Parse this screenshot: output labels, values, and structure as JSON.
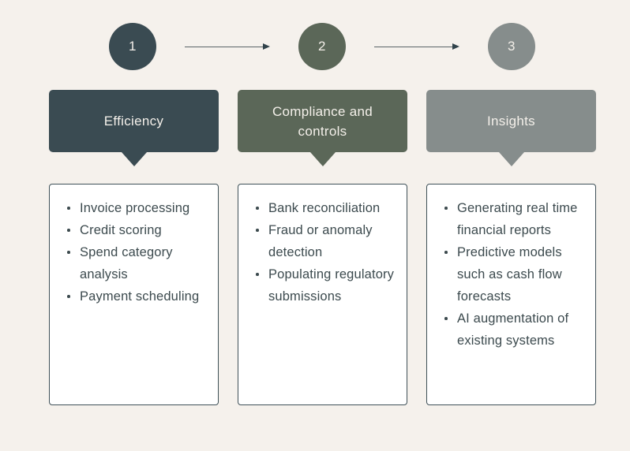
{
  "background_color": "#f5f1ec",
  "steps": [
    {
      "number": "1",
      "color": "#3a4b52"
    },
    {
      "number": "2",
      "color": "#5b6758"
    },
    {
      "number": "3",
      "color": "#868d8c"
    }
  ],
  "arrows": [
    {
      "name": "arrow-step1-to-step2"
    },
    {
      "name": "arrow-step2-to-step3"
    }
  ],
  "columns": [
    {
      "header": "Efficiency",
      "header_color": "#3a4b52",
      "items": [
        "Invoice processing",
        "Credit scoring",
        "Spend category analysis",
        "Payment scheduling"
      ]
    },
    {
      "header": "Compliance and controls",
      "header_color": "#5b6758",
      "items": [
        "Bank reconciliation",
        "Fraud or anomaly detection",
        "Populating regulatory submissions"
      ]
    },
    {
      "header": "Insights",
      "header_color": "#868d8c",
      "items": [
        "Generating real time financial reports",
        "Predictive models such as cash flow forecasts",
        "AI augmentation of existing systems"
      ]
    }
  ]
}
